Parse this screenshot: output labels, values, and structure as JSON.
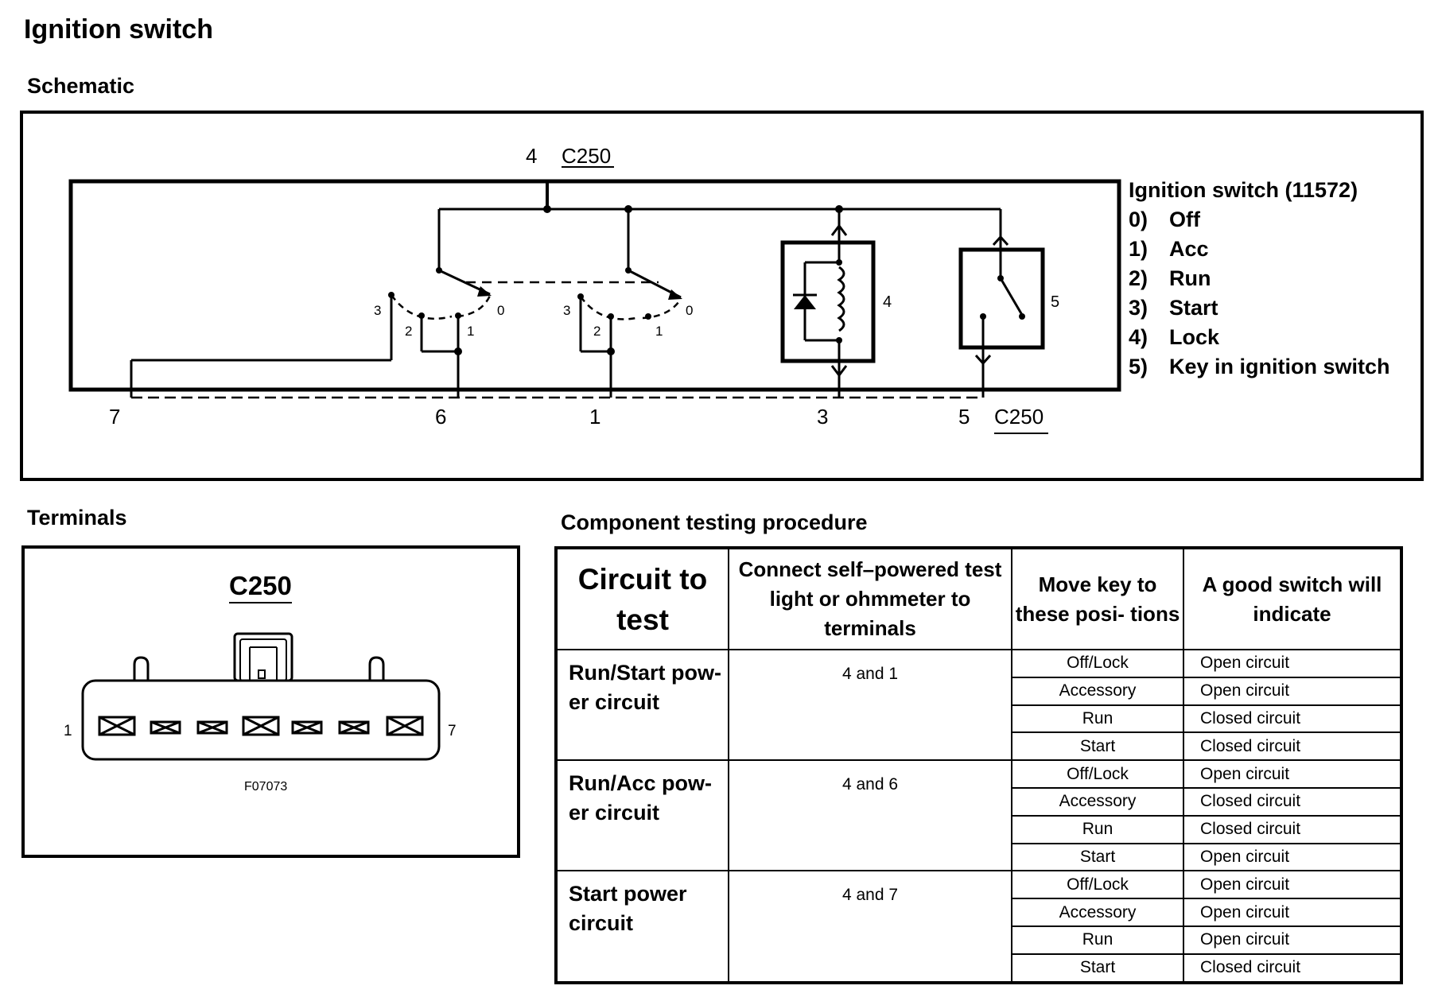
{
  "title": "Ignition switch",
  "schematic": {
    "heading": "Schematic",
    "connector_top_pin": "4",
    "connector_name": "C250",
    "bottom_pins": [
      "7",
      "6",
      "1",
      "3",
      "5"
    ],
    "switch1_positions": [
      "3",
      "2",
      "1",
      "0"
    ],
    "switch2_positions": [
      "3",
      "2",
      "1",
      "0"
    ],
    "component_label_4": "4",
    "component_label_5": "5",
    "legend": {
      "title": "Ignition switch (11572)",
      "items": [
        {
          "num": "0)",
          "label": "Off"
        },
        {
          "num": "1)",
          "label": "Acc"
        },
        {
          "num": "2)",
          "label": "Run"
        },
        {
          "num": "3)",
          "label": "Start"
        },
        {
          "num": "4)",
          "label": "Lock"
        },
        {
          "num": "5)",
          "label": "Key in ignition switch"
        }
      ]
    }
  },
  "terminals": {
    "heading": "Terminals",
    "connector_name": "C250",
    "pin_first": "1",
    "pin_last": "7",
    "figure_id": "F07073"
  },
  "testing": {
    "heading": "Component testing procedure",
    "columns": [
      "Circuit to test",
      "Connect self–powered test light or ohmmeter to terminals",
      "Move key to these posi- tions",
      "A good switch will indicate"
    ],
    "rows": [
      {
        "circuit": "Run/Start pow- er circuit",
        "terminals": "4 and 1",
        "checks": [
          {
            "position": "Off/Lock",
            "result": "Open circuit"
          },
          {
            "position": "Accessory",
            "result": "Open circuit"
          },
          {
            "position": "Run",
            "result": "Closed circuit"
          },
          {
            "position": "Start",
            "result": "Closed circuit"
          }
        ]
      },
      {
        "circuit": "Run/Acc pow- er circuit",
        "terminals": "4 and 6",
        "checks": [
          {
            "position": "Off/Lock",
            "result": "Open circuit"
          },
          {
            "position": "Accessory",
            "result": "Closed circuit"
          },
          {
            "position": "Run",
            "result": "Closed circuit"
          },
          {
            "position": "Start",
            "result": "Open circuit"
          }
        ]
      },
      {
        "circuit": "Start power circuit",
        "terminals": "4 and 7",
        "checks": [
          {
            "position": "Off/Lock",
            "result": "Open circuit"
          },
          {
            "position": "Accessory",
            "result": "Open circuit"
          },
          {
            "position": "Run",
            "result": "Open circuit"
          },
          {
            "position": "Start",
            "result": "Closed circuit"
          }
        ]
      }
    ]
  }
}
